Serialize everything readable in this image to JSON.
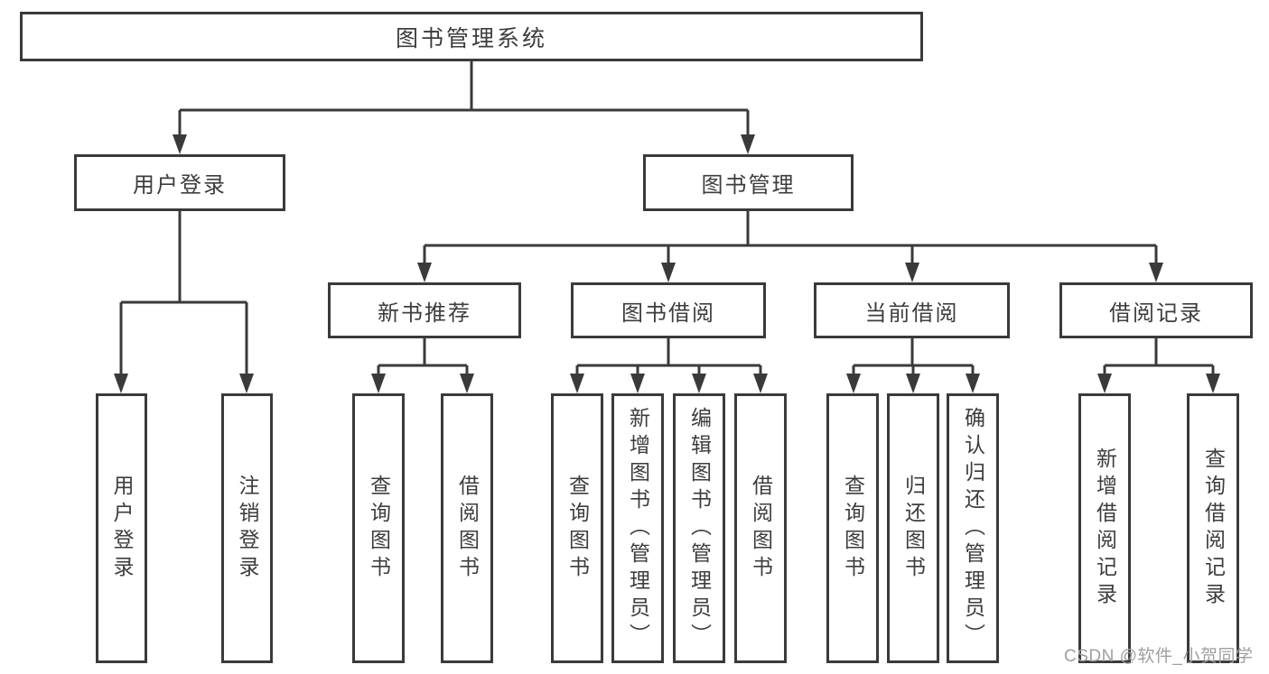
{
  "tree": {
    "label": "图书管理系统",
    "children": [
      {
        "label": "用户登录",
        "children": [
          {
            "label": "用户登录"
          },
          {
            "label": "注销登录"
          }
        ]
      },
      {
        "label": "图书管理",
        "children": [
          {
            "label": "新书推荐",
            "children": [
              {
                "label": "查询图书"
              },
              {
                "label": "借阅图书"
              }
            ]
          },
          {
            "label": "图书借阅",
            "children": [
              {
                "label": "查询图书"
              },
              {
                "label": "新增图书（管理员）"
              },
              {
                "label": "编辑图书（管理员）"
              },
              {
                "label": "借阅图书"
              }
            ]
          },
          {
            "label": "当前借阅",
            "children": [
              {
                "label": "查询图书"
              },
              {
                "label": "归还图书"
              },
              {
                "label": "确认归还（管理员）"
              }
            ]
          },
          {
            "label": "借阅记录",
            "children": [
              {
                "label": "新增借阅记录"
              },
              {
                "label": "查询借阅记录"
              }
            ]
          }
        ]
      }
    ]
  },
  "watermark": {
    "text": "CSDN @软件_小贺同学"
  },
  "colors": {
    "line": "#3a3a3a",
    "box_border": "#3a3a3a",
    "text": "#3d3d3d",
    "watermark": "#9f9f9f",
    "background": "#ffffff"
  }
}
